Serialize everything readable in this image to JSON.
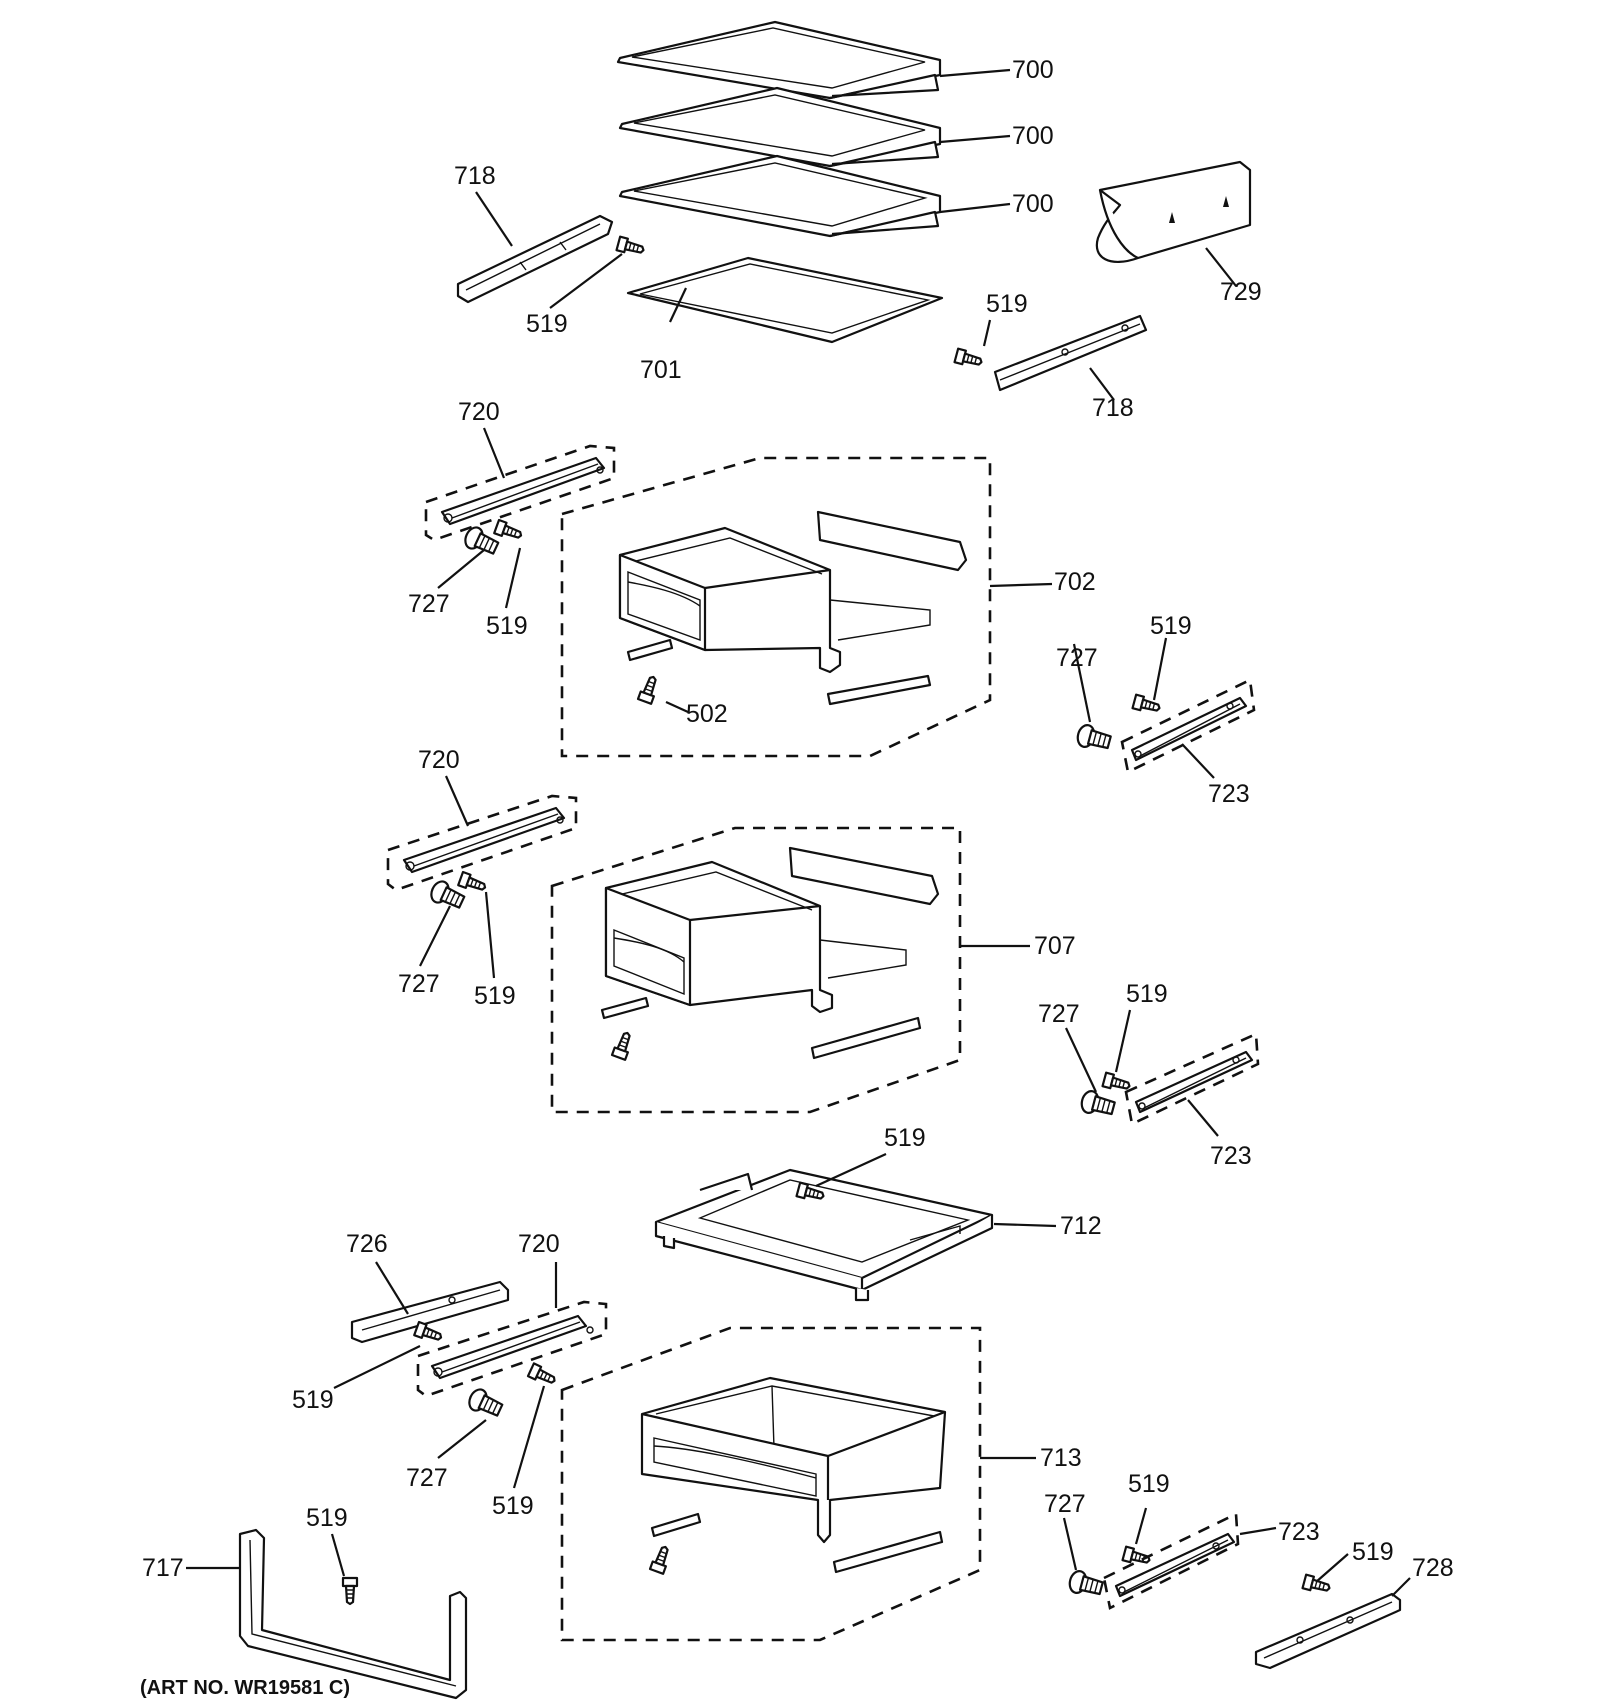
{
  "diagram": {
    "art_number": "(ART NO. WR19581 C)",
    "callouts": {
      "shelf_1": "700",
      "shelf_2": "700",
      "shelf_3": "700",
      "glass_shelf": "701",
      "left_top_rail": "718",
      "left_top_screw": "519",
      "right_top_rail": "718",
      "right_top_screw": "519",
      "bin_cover": "729",
      "slide_left_1": "720",
      "roller_left_1": "727",
      "screw_left_1": "519",
      "drawer_1": "702",
      "drawer_1_screw": "502",
      "roller_right_1": "727",
      "screw_right_1": "519",
      "slide_right_1": "723",
      "slide_left_2": "720",
      "roller_left_2": "727",
      "screw_left_2": "519",
      "drawer_2": "707",
      "roller_right_2": "727",
      "screw_right_2": "519",
      "slide_right_2": "723",
      "cover_shelf_screw": "519",
      "cover_shelf": "712",
      "rail_726": "726",
      "slide_left_3": "720",
      "screw_726": "519",
      "roller_left_3": "727",
      "screw_left_3": "519",
      "drawer_3": "713",
      "frame_717": "717",
      "screw_717": "519",
      "roller_right_3": "727",
      "screw_right_3": "519",
      "slide_right_3": "723",
      "screw_728": "519",
      "rail_728": "728"
    }
  }
}
